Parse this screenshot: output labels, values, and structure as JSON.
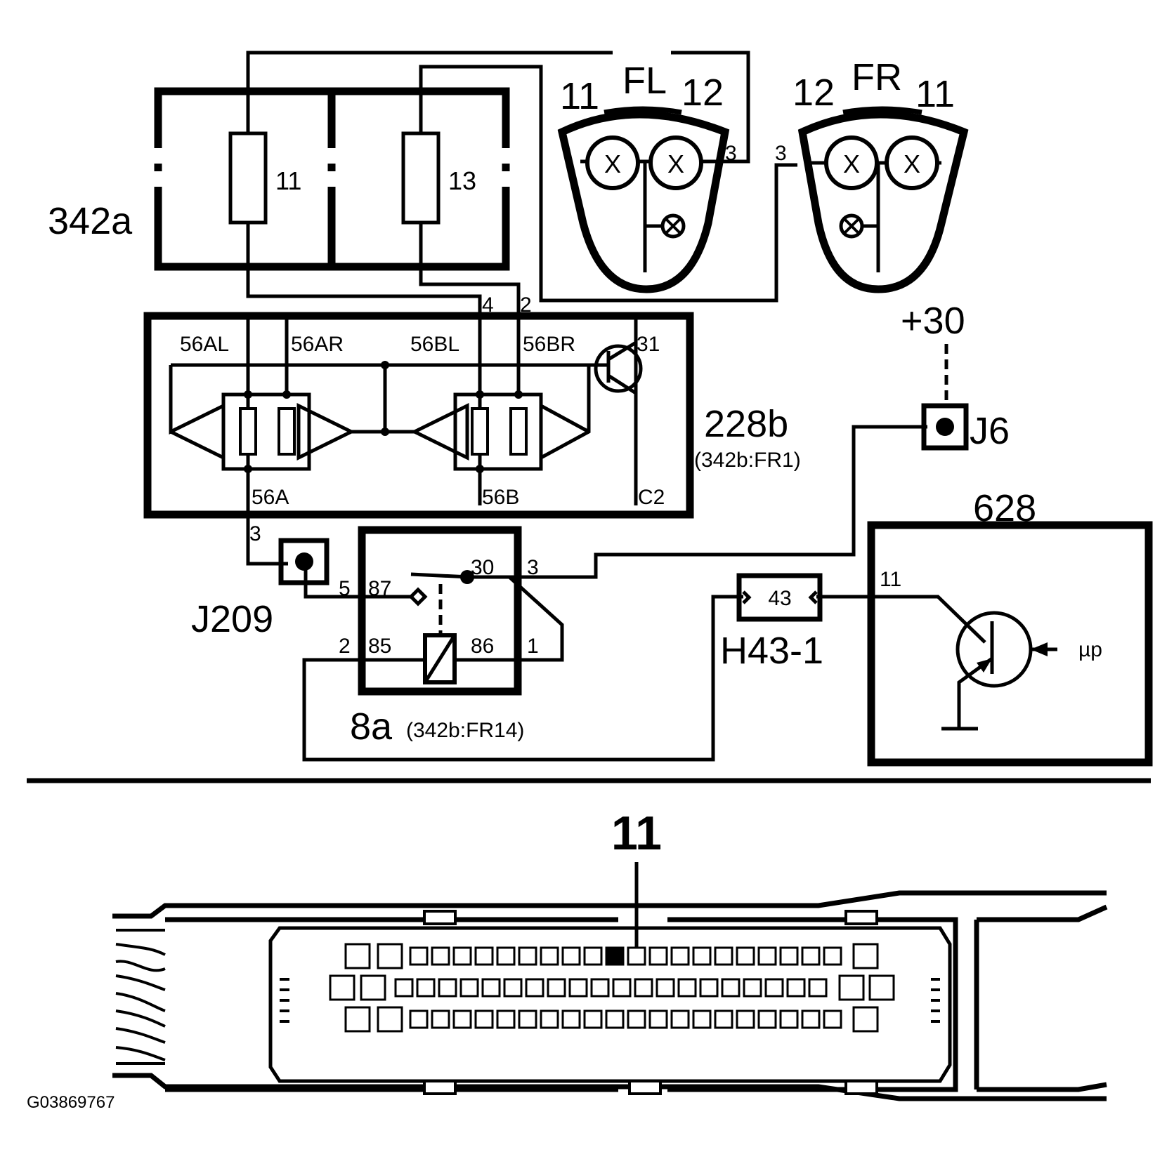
{
  "components": {
    "fuse_box": {
      "id": "342a",
      "fuse_a": "11",
      "fuse_b": "13"
    },
    "lamp_fl": {
      "name": "FL",
      "pin_left": "11",
      "pin_right": "12",
      "pin_ground": "3"
    },
    "lamp_fr": {
      "name": "FR",
      "pin_left": "12",
      "pin_right": "11",
      "pin_ground": "3"
    },
    "bulb_marker": "X",
    "module_228b": {
      "id": "228b",
      "ref": "(342b:FR1)",
      "outputs": [
        "56AL",
        "56AR",
        "56BL",
        "56BR"
      ],
      "ground": "31",
      "inputs": [
        "56A",
        "56B",
        "C2"
      ],
      "top_pins": [
        "4",
        "2"
      ]
    },
    "junction_j209": {
      "id": "J209",
      "pin": "3"
    },
    "relay_8a": {
      "id": "8a",
      "ref": "(342b:FR14)",
      "terminals": {
        "t87": "87",
        "t30": "30",
        "t85": "85",
        "t86": "86"
      },
      "pins": {
        "p5": "5",
        "p3": "3",
        "p2": "2",
        "p1": "1"
      }
    },
    "supply": {
      "label": "+30"
    },
    "junction_j6": {
      "id": "J6"
    },
    "connector_h43": {
      "id": "H43-1",
      "pin": "43"
    },
    "control_module_628": {
      "id": "628",
      "pin": "11",
      "signal": "µp"
    }
  },
  "connector_view": {
    "pin_label": "11"
  },
  "image_code": "G03869767"
}
